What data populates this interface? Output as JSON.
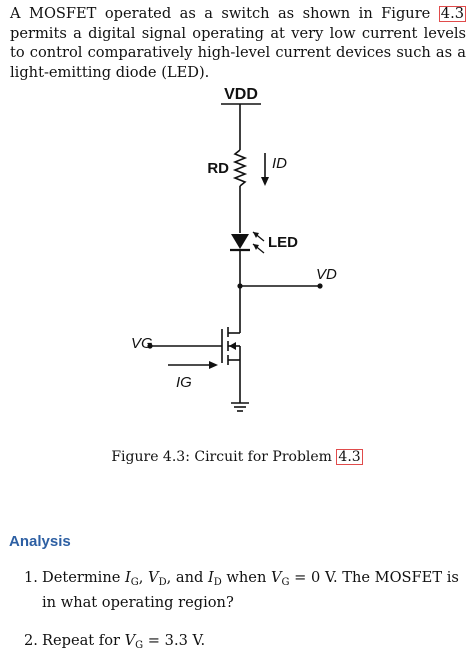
{
  "intro": {
    "before_ref": "A MOSFET operated as a switch as shown in Figure ",
    "figure_ref": "4.3",
    "after_ref": " permits a digital signal operating at very low current levels to control comparatively high-level current devices such as a light-emitting diode (LED)."
  },
  "circuit": {
    "vdd_label": "VDD",
    "rd_label": "RD",
    "id_label": "ID",
    "led_label": "LED",
    "vd_label": "VD",
    "vg_label": "VG",
    "ig_label": "IG"
  },
  "caption": {
    "prefix": "Figure 4.3: Circuit for Problem ",
    "ref": "4.3"
  },
  "analysis": {
    "heading": "Analysis",
    "questions": [
      {
        "number": "1.",
        "t1": "Determine ",
        "ig_sym": "I",
        "ig_sub": "G",
        "t2": ", ",
        "vd_sym": "V",
        "vd_sub": "D",
        "t3": ", and ",
        "id_sym": "I",
        "id_sub": "D",
        "t4": " when ",
        "vg_sym": "V",
        "vg_sub": "G",
        "t5": " = 0 V. The MOSFET is in what operating region?"
      },
      {
        "number": "2.",
        "t1": "Repeat for ",
        "vg_sym": "V",
        "vg_sub": "G",
        "t2": " = 3.3 V."
      }
    ]
  }
}
